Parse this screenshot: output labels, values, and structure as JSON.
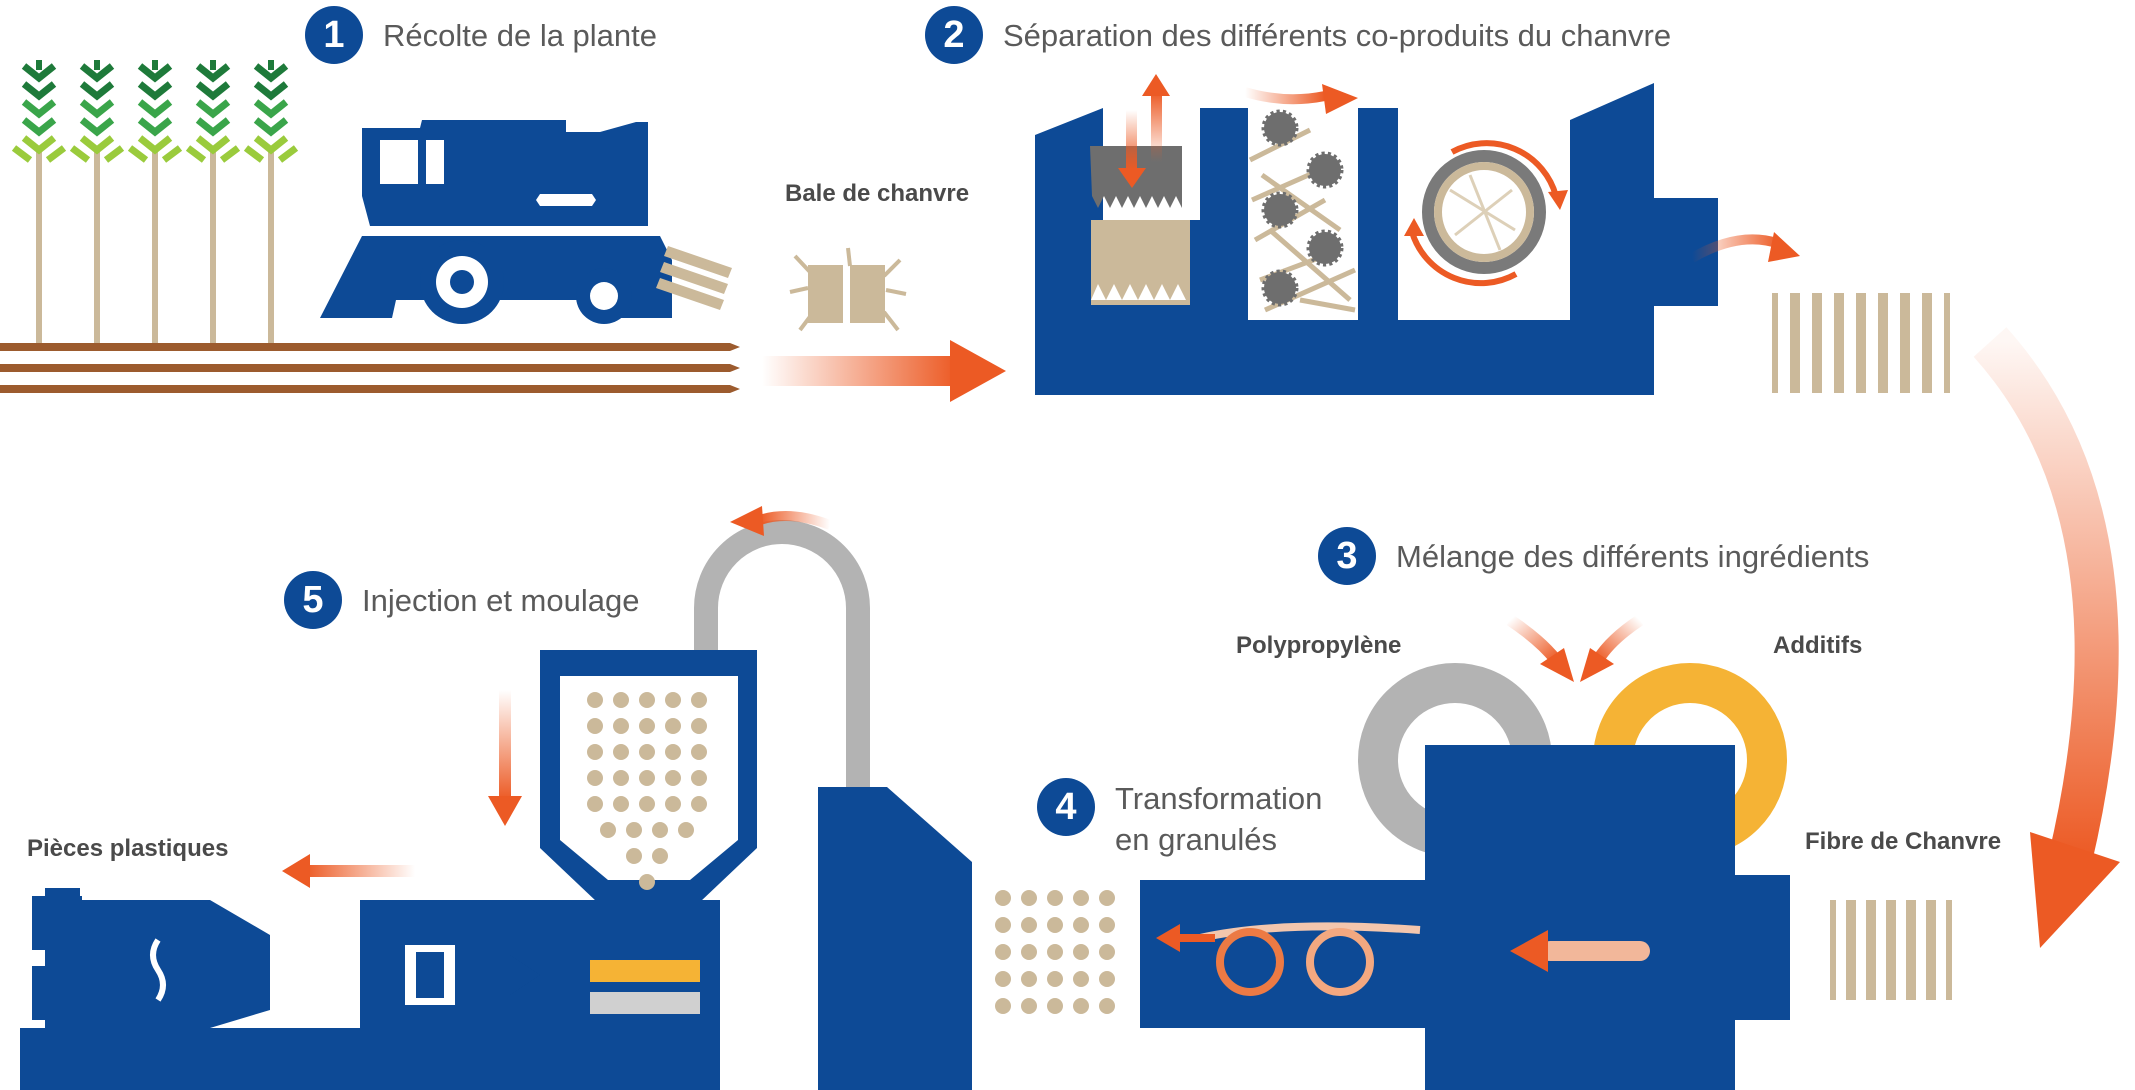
{
  "steps": [
    {
      "number": "1",
      "title": "Récolte de la plante"
    },
    {
      "number": "2",
      "title": "Séparation des différents co-produits du chanvre"
    },
    {
      "number": "3",
      "title": "Mélange des différents ingrédients"
    },
    {
      "number": "4",
      "title_line1": "Transformation",
      "title_line2": "en granulés"
    },
    {
      "number": "5",
      "title": "Injection et moulage"
    }
  ],
  "labels": {
    "bale": "Bale de chanvre",
    "polypropylene": "Polypropylène",
    "additives": "Additifs",
    "hemp_fiber": "Fibre de Chanvre",
    "plastic_parts": "Pièces plastiques"
  },
  "colors": {
    "machine_blue": "#0d4a96",
    "arrow_orange": "#ec5a24",
    "hemp_beige": "#cbb99a",
    "soil_brown": "#9c5b2e",
    "leaf_dark_green": "#1e7a3a",
    "leaf_mid_green": "#3aa54a",
    "leaf_light_green": "#9acb3c",
    "polypropylene_gray": "#b3b3b3",
    "additive_yellow": "#f5b335"
  },
  "icons": [
    "wheat-plant-icon",
    "combine-harvester-icon",
    "hemp-bale-icon",
    "separator-machine-icon",
    "mixer-machine-icon",
    "extruder-icon",
    "injection-machine-icon",
    "hopper-icon",
    "granules-icon",
    "fiber-bundle-icon"
  ]
}
